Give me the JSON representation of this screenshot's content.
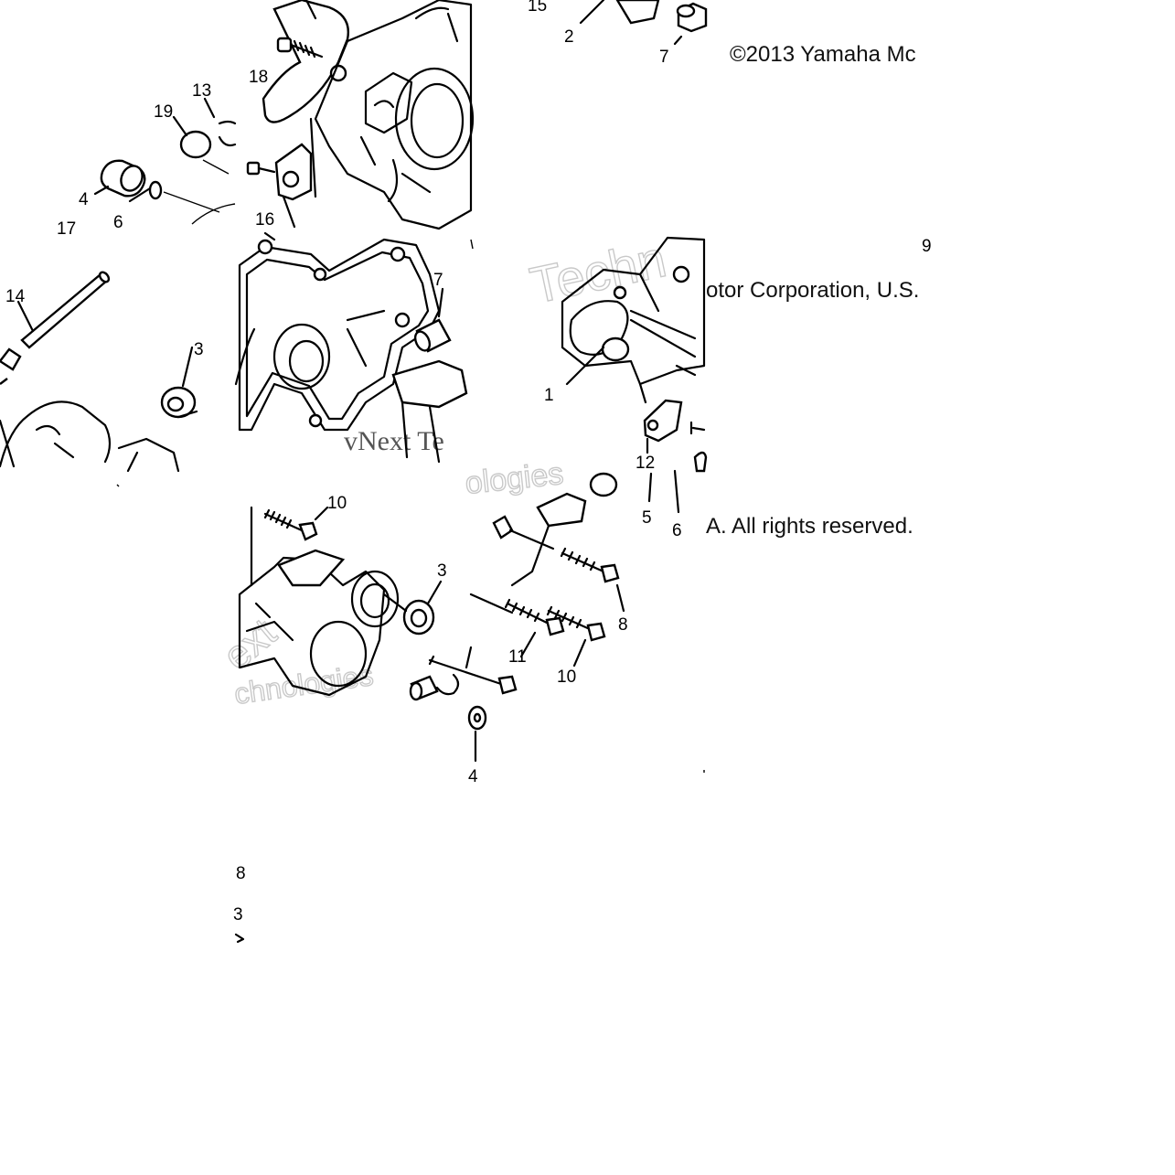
{
  "copyright": {
    "line1": "©2013 Yamaha Mc",
    "line2": "otor Corporation, U.S.",
    "line3": "A. All rights reserved."
  },
  "watermark": {
    "text1": "Techn",
    "text2": "vNext Te",
    "text3": "ologies",
    "text4": "ext",
    "text5": "chnologies"
  },
  "callouts": {
    "t1_15": "15",
    "t1_2": "2",
    "t1_7": "7",
    "t2_18": "18",
    "t2_13": "13",
    "t2_19": "19",
    "t2_4": "4",
    "t2_6": "6",
    "t2_17": "17",
    "t2_16": "16",
    "t3_9": "9",
    "t3_14": "14",
    "t3_3": "3",
    "t3_7": "7",
    "t3_1": "1",
    "t3_12": "12",
    "t3_5": "5",
    "t3_6": "6",
    "t4_10a": "10",
    "t4_3": "3",
    "t4_8": "8",
    "t4_11": "11",
    "t4_10b": "10",
    "t4_4": "4",
    "t5_8": "8",
    "t5_3": "3"
  }
}
